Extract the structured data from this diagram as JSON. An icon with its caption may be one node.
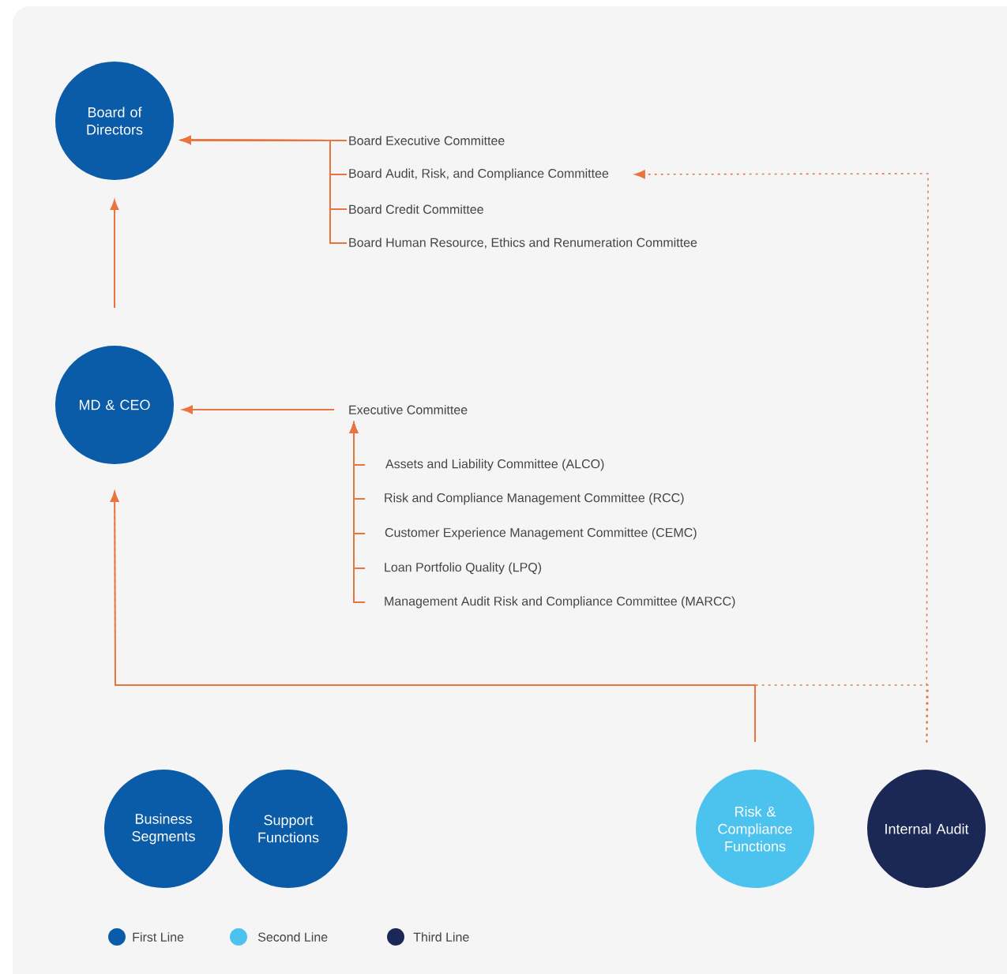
{
  "diagram": {
    "nodes": [
      {
        "text": [
          "Board of Directors"
        ]
      },
      {
        "text": [
          "Board Executive Committee"
        ]
      },
      {
        "text": [
          "Board Audit, Risk, and Compliance Committee"
        ]
      },
      {
        "text": [
          "Board Credit Committee"
        ]
      },
      {
        "text": [
          "Board Human Resource, Ethics and Renumeration Committee"
        ]
      },
      {
        "text": [
          "MD & CEO"
        ]
      },
      {
        "text": [
          "Executive Committee"
        ]
      },
      {
        "text": [
          "Assets and Liability Committee (ALCO)"
        ]
      },
      {
        "text": [
          "Risk and Compliance Management Committee (RCC)"
        ]
      },
      {
        "text": [
          "Customer Experience Management Committee (CEMC)"
        ]
      },
      {
        "text": [
          "Loan Portfolio Quality (LPQ)"
        ]
      },
      {
        "text": [
          "Management Audit Risk and Compliance Committee (MARCC)"
        ]
      },
      {
        "text": [
          "Business Segments"
        ]
      },
      {
        "text": [
          "Support Functions"
        ]
      },
      {
        "text": [
          "Risk & Compliance Functions"
        ]
      },
      {
        "text": [
          "Internal Audit"
        ]
      }
    ],
    "edges": [
      {
        "from": 1,
        "to": 0,
        "arrow": "to"
      },
      {
        "from": 2,
        "to": 0,
        "arrow": "to"
      },
      {
        "from": 3,
        "to": 0,
        "arrow": "to"
      },
      {
        "from": 4,
        "to": 0,
        "arrow": "to"
      },
      {
        "from": 5,
        "to": 0,
        "arrow": "to"
      },
      {
        "from": 6,
        "to": 5,
        "arrow": "to"
      },
      {
        "from": 7,
        "to": 6,
        "arrow": "to"
      },
      {
        "from": 8,
        "to": 6,
        "arrow": "to"
      },
      {
        "from": 9,
        "to": 6,
        "arrow": "to"
      },
      {
        "from": 10,
        "to": 6,
        "arrow": "to"
      },
      {
        "from": 11,
        "to": 6,
        "arrow": "to"
      },
      {
        "from": 15,
        "to": 5,
        "arrow": "to",
        "style": "dashed"
      },
      {
        "from": 14,
        "to": 5,
        "arrow": "to"
      },
      {
        "from": 15,
        "to": 2,
        "arrow": "to",
        "style": "dashed"
      }
    ],
    "legend": [
      {
        "text": "First Line",
        "color": "#0b5ca8"
      },
      {
        "text": "Second Line",
        "color": "#4cc3ef"
      },
      {
        "text": "Third Line",
        "color": "#1b2856"
      }
    ]
  }
}
